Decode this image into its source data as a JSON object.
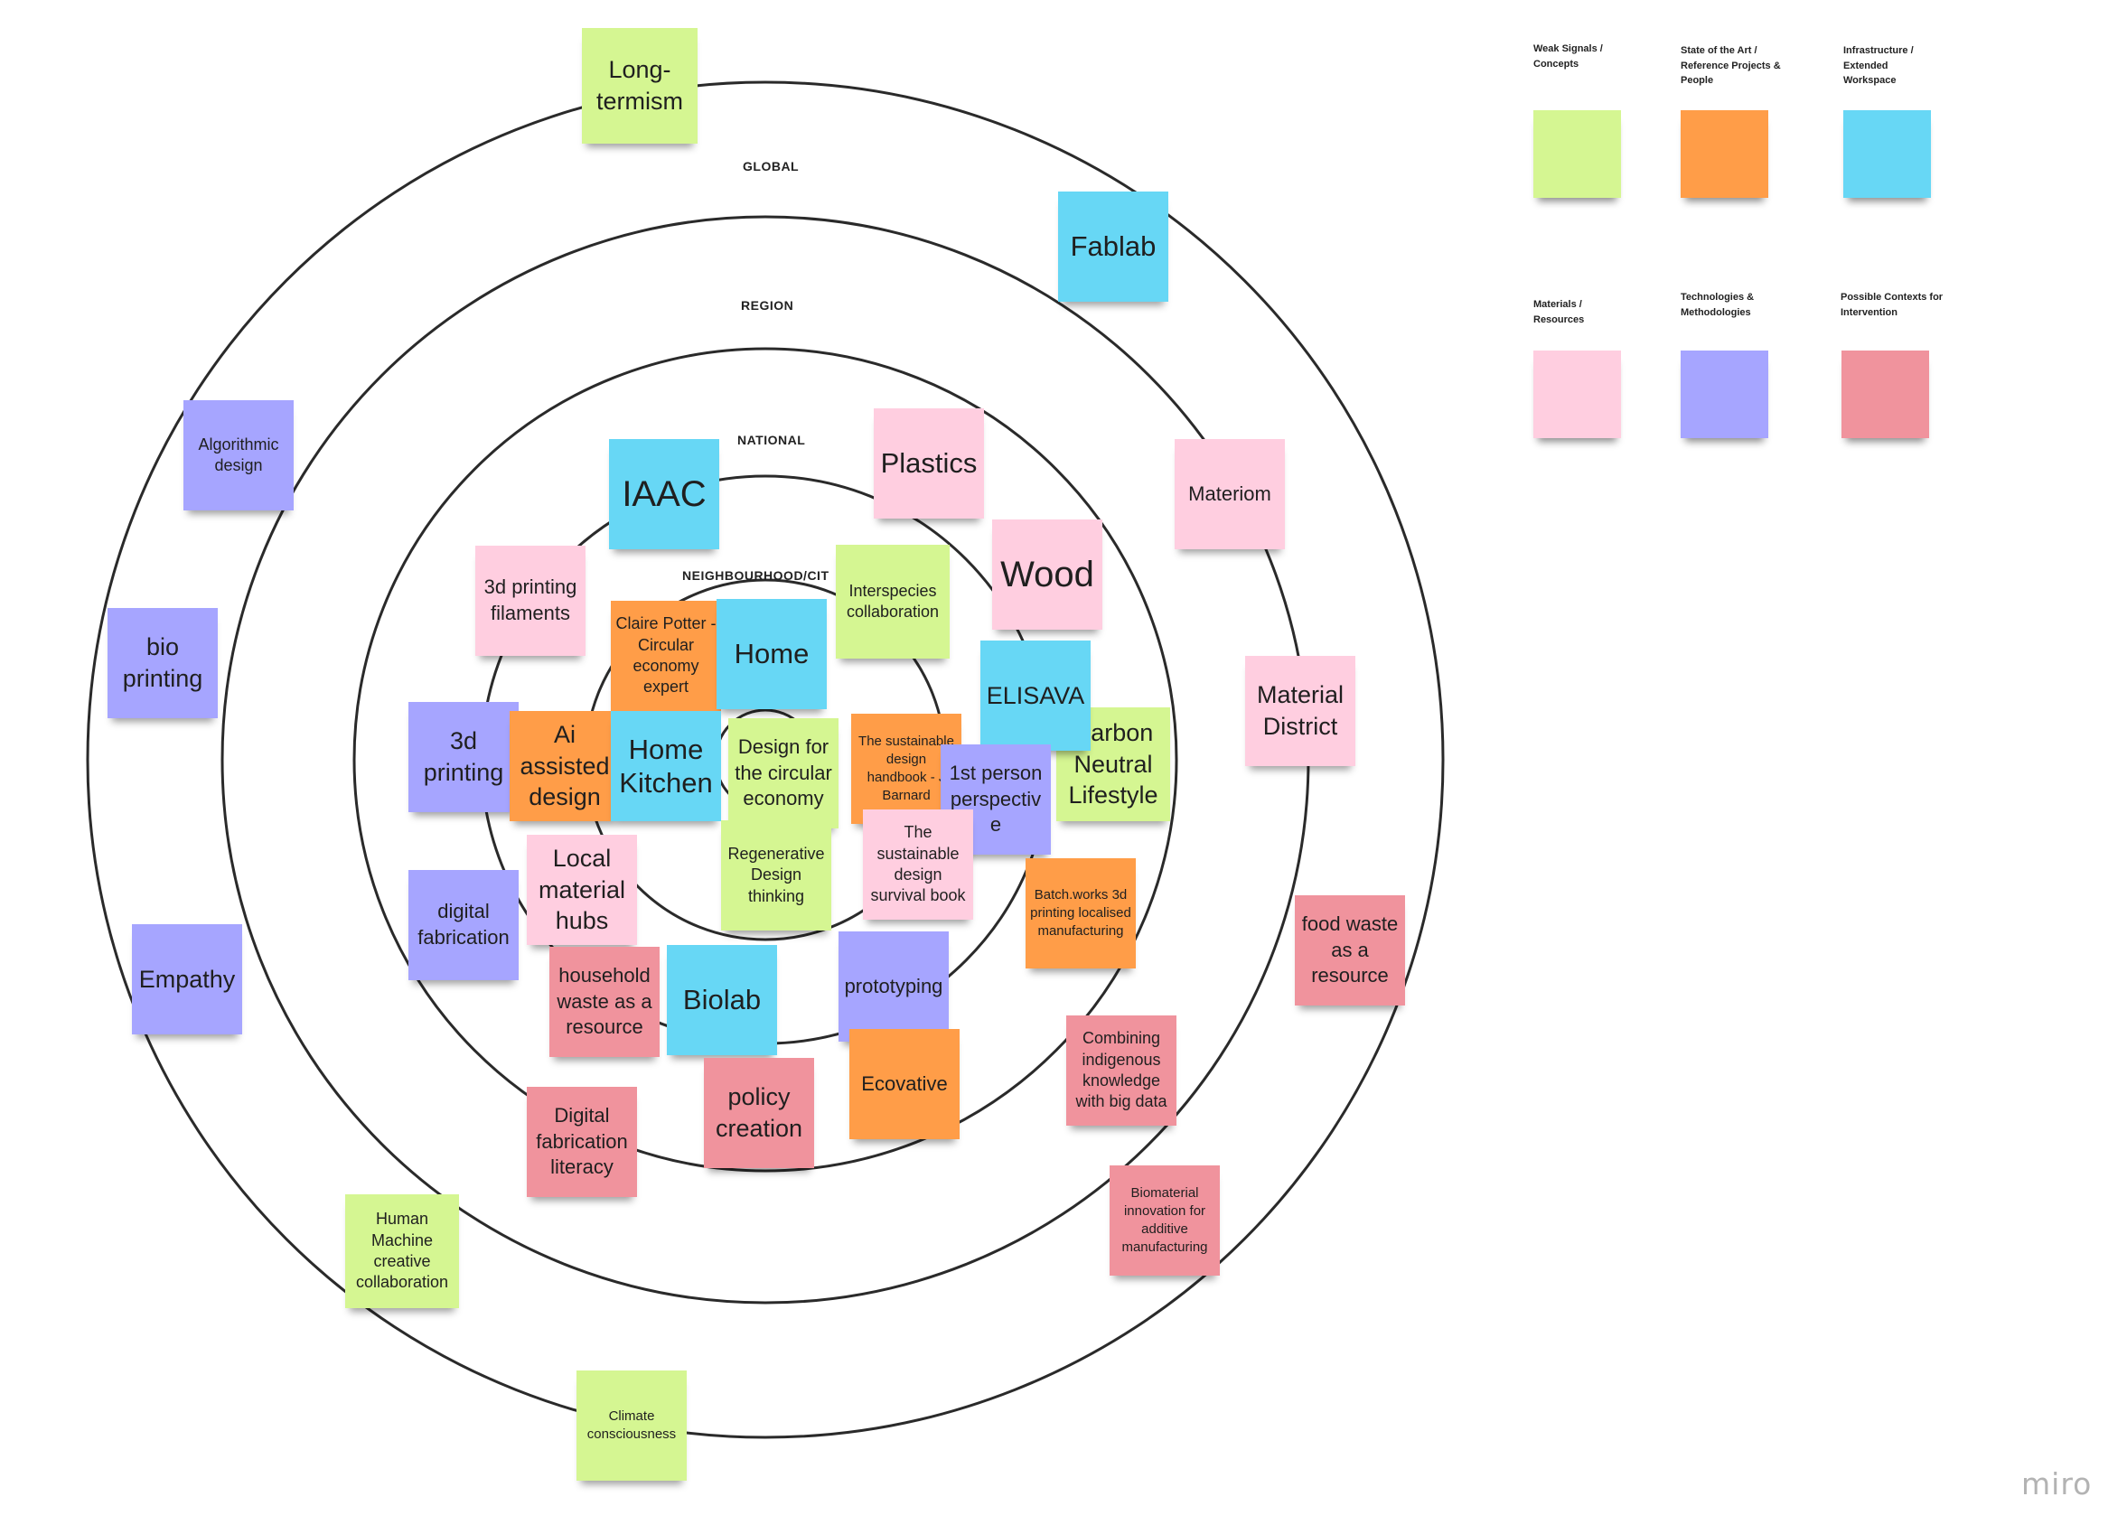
{
  "rings": [
    {
      "label": "GLOBAL"
    },
    {
      "label": "REGION"
    },
    {
      "label": "NATIONAL"
    },
    {
      "label": "NEIGHBOURHOOD/CIT"
    }
  ],
  "colors": {
    "weak_signals": "#d5f692",
    "state_of_the_art": "#ff9d48",
    "infrastructure": "#67d7f5",
    "materials": "#ffcee0",
    "technologies": "#a6a5ff",
    "contexts": "#f0939d"
  },
  "legend": [
    {
      "label": "Weak Signals / Concepts",
      "color": "#d5f692"
    },
    {
      "label": "State of the Art / Reference Projects & People",
      "color": "#ff9d48"
    },
    {
      "label": "Infrastructure / Extended Workspace",
      "color": "#67d7f5"
    },
    {
      "label": "Materials / Resources",
      "color": "#ffcee0"
    },
    {
      "label": "Technologies & Methodologies",
      "color": "#a6a5ff"
    },
    {
      "label": "Possible Contexts for Intervention",
      "color": "#f0939d"
    }
  ],
  "notes": [
    {
      "text": "Long-termism",
      "category": "weak_signals"
    },
    {
      "text": "Fablab",
      "category": "infrastructure"
    },
    {
      "text": "Algorithmic design",
      "category": "technologies"
    },
    {
      "text": "Materiom",
      "category": "materials"
    },
    {
      "text": "Plastics",
      "category": "materials"
    },
    {
      "text": "IAAC",
      "category": "infrastructure"
    },
    {
      "text": "Wood",
      "category": "materials"
    },
    {
      "text": "bio printing",
      "category": "technologies"
    },
    {
      "text": "3d printing filaments",
      "category": "materials"
    },
    {
      "text": "Interspecies collaboration",
      "category": "weak_signals"
    },
    {
      "text": "Claire Potter - Circular economy expert",
      "category": "state_of_the_art"
    },
    {
      "text": "Home",
      "category": "infrastructure"
    },
    {
      "text": "ELISAVA",
      "category": "infrastructure"
    },
    {
      "text": "Carbon Neutral Lifestyle",
      "category": "weak_signals"
    },
    {
      "text": "Material District",
      "category": "materials"
    },
    {
      "text": "3d printing",
      "category": "technologies"
    },
    {
      "text": "Ai assisted design",
      "category": "state_of_the_art"
    },
    {
      "text": "Home Kitchen",
      "category": "infrastructure"
    },
    {
      "text": "Design for the circular economy",
      "category": "weak_signals"
    },
    {
      "text": "The sustainable design handbook - J Barnard",
      "category": "state_of_the_art"
    },
    {
      "text": "1st person perspective",
      "category": "technologies"
    },
    {
      "text": "Regenerative Design thinking",
      "category": "weak_signals"
    },
    {
      "text": "The sustainable design survival book",
      "category": "materials"
    },
    {
      "text": "Local material hubs",
      "category": "materials"
    },
    {
      "text": "digital fabrication",
      "category": "technologies"
    },
    {
      "text": "Batch.works 3d printing localised manufacturing",
      "category": "state_of_the_art"
    },
    {
      "text": "food waste as a resource",
      "category": "contexts"
    },
    {
      "text": "Empathy",
      "category": "technologies"
    },
    {
      "text": "household waste as a resource",
      "category": "contexts"
    },
    {
      "text": "Biolab",
      "category": "infrastructure"
    },
    {
      "text": "prototyping",
      "category": "technologies"
    },
    {
      "text": "Combining indigenous knowledge with big data",
      "category": "contexts"
    },
    {
      "text": "Ecovative",
      "category": "state_of_the_art"
    },
    {
      "text": "policy creation",
      "category": "contexts"
    },
    {
      "text": "Digital fabrication literacy",
      "category": "contexts"
    },
    {
      "text": "Biomaterial innovation for additive manufacturing",
      "category": "contexts"
    },
    {
      "text": "Human Machine creative collaboration",
      "category": "weak_signals"
    },
    {
      "text": "Climate consciousness",
      "category": "weak_signals"
    }
  ],
  "brand": "miro"
}
